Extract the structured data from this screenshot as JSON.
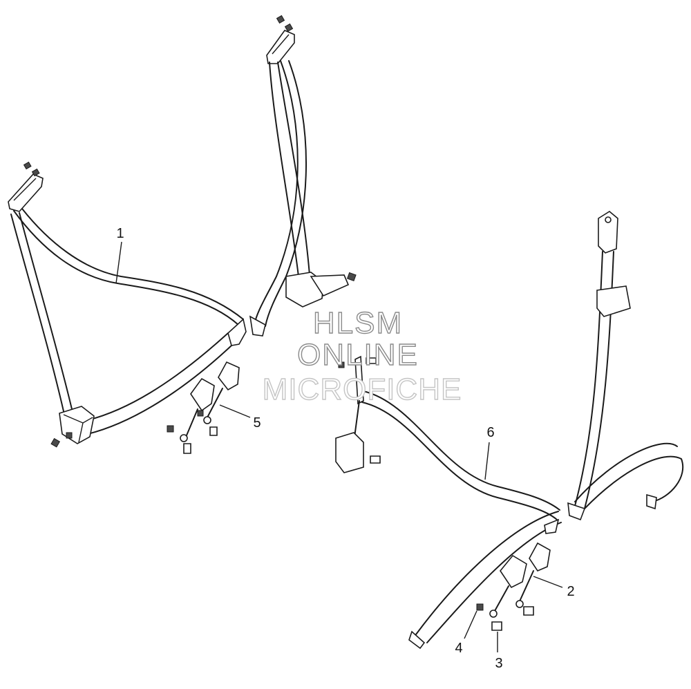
{
  "callouts": [
    {
      "id": "1",
      "label": "1"
    },
    {
      "id": "2",
      "label": "2"
    },
    {
      "id": "3",
      "label": "3"
    },
    {
      "id": "4",
      "label": "4"
    },
    {
      "id": "5",
      "label": "5"
    },
    {
      "id": "6",
      "label": "6"
    }
  ],
  "watermark": {
    "line1": "HLSM",
    "line2": "ONLINE",
    "line3": "MICROFICHE"
  }
}
